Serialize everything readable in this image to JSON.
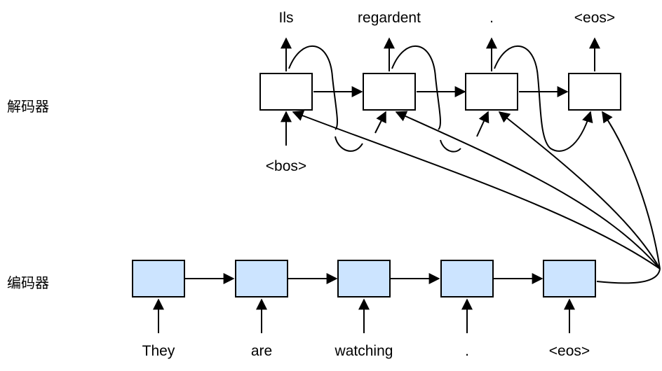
{
  "labels": {
    "decoder": "解码器",
    "encoder": "编码器"
  },
  "decoder": {
    "input_token": "<bos>",
    "output_tokens": [
      "Ils",
      "regardent",
      ".",
      "<eos>"
    ]
  },
  "encoder": {
    "input_tokens": [
      "They",
      "are",
      "watching",
      ".",
      "<eos>"
    ]
  },
  "colors": {
    "encoder_fill": "#cce4ff",
    "decoder_fill": "#ffffff",
    "stroke": "#000000"
  }
}
